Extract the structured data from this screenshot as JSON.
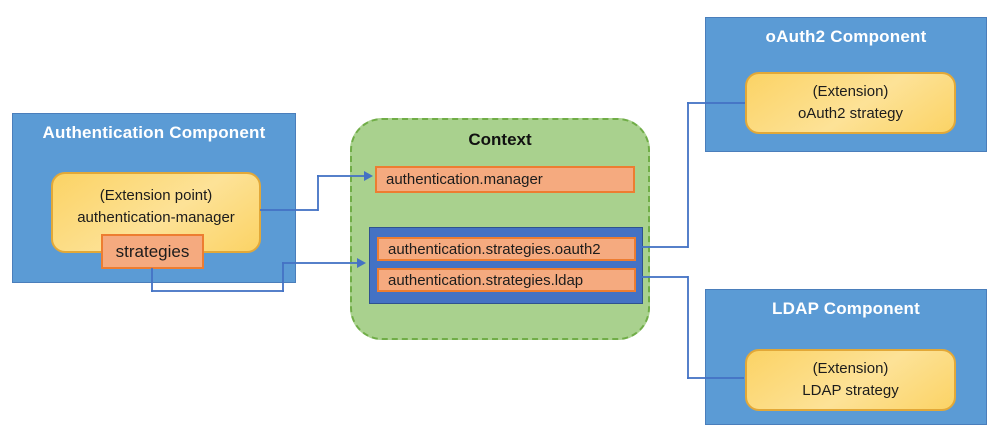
{
  "palette": {
    "component-fill": "#5B9BD5",
    "component-border": "#4A7EBB",
    "component-title-text": "#FFFFFF",
    "container-fill": "#4472C4",
    "container-border": "#2F528F",
    "context-fill": "#A9D18E",
    "context-border": "#70AD47",
    "entry-fill": "#F5AA7F",
    "entry-border": "#ED7D31",
    "gold-fill": "#FBD365",
    "gold-fill-light": "#FDE297",
    "gold-border": "#E2A838",
    "connector": "#4472C4",
    "body-text": "#1C1C1C"
  },
  "components": {
    "authentication": {
      "title": "Authentication Component",
      "extension_point": {
        "line1": "(Extension point)",
        "line2": "authentication-manager"
      },
      "strategies_label": "strategies"
    },
    "oauth2": {
      "title": "oAuth2 Component",
      "extension": {
        "line1": "(Extension)",
        "line2": "oAuth2 strategy"
      }
    },
    "ldap": {
      "title": "LDAP Component",
      "extension": {
        "line1": "(Extension)",
        "line2": "LDAP strategy"
      }
    }
  },
  "context": {
    "title": "Context",
    "manager_entry": "authentication.manager",
    "strategy_entries": [
      "authentication.strategies.oauth2",
      "authentication.strategies.ldap"
    ]
  }
}
